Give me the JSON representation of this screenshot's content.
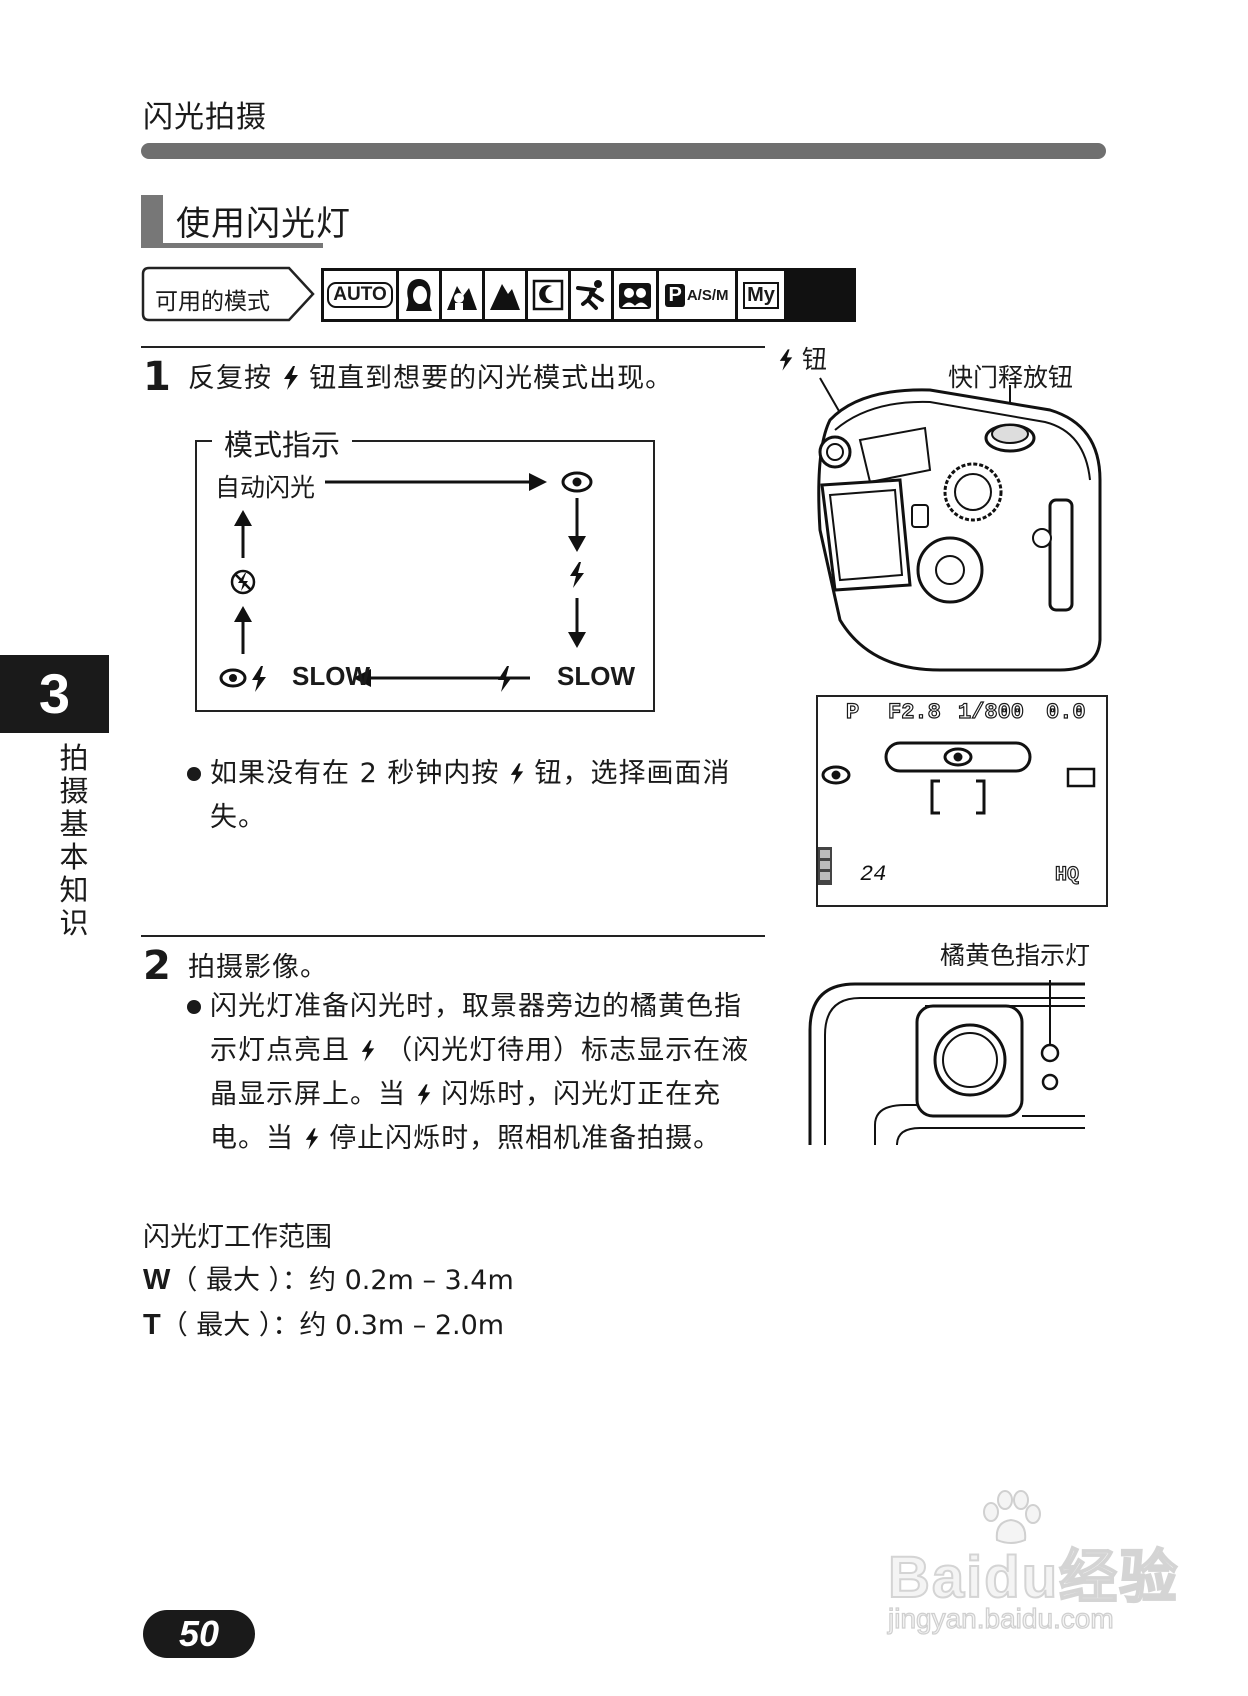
{
  "header": {
    "title": "闪光拍摄"
  },
  "section": {
    "title": "使用闪光灯"
  },
  "modes": {
    "label": "可用的模式",
    "icons": [
      "auto-icon",
      "portrait-icon",
      "landscape-portrait-icon",
      "landscape-icon",
      "night-scene-icon",
      "sport-icon",
      "self-portrait-icon",
      "p-asm-icon",
      "my-mode-icon"
    ],
    "auto_text": "AUTO",
    "pasm_p": "P",
    "pasm_text": "A/S/M",
    "my_text": "My"
  },
  "step1": {
    "number": "1",
    "text_before": "反复按",
    "text_after": "钮直到想要的闪光模式出现。",
    "diagram": {
      "title": "模式指示",
      "auto_label": "自动闪光",
      "slow_left": "SLOW",
      "slow_right": "SLOW"
    },
    "note_line1_a": "如果没有在 2 秒钟内按",
    "note_line1_b": "钮，选择画面消",
    "note_line2": "失。"
  },
  "camera": {
    "flash_button_label": "钮",
    "shutter_label": "快门释放钮"
  },
  "lcd": {
    "mode": "P",
    "aperture": "F2.8",
    "shutter": "1/800",
    "exposure": "0.0",
    "shots": "24",
    "quality": "HQ"
  },
  "step2": {
    "number": "2",
    "text": "拍摄影像。",
    "note_line1": "闪光灯准备闪光时，取景器旁边的橘黄色指",
    "note_line2_a": "示灯点亮且",
    "note_line2_b": "（闪光灯待用）标志显示在液",
    "note_line3_a": "晶显示屏上。当",
    "note_line3_b": "闪烁时，闪光灯正在充",
    "note_line4_a": "电。当",
    "note_line4_b": "停止闪烁时，照相机准备拍摄。"
  },
  "indicator_label": "橘黄色指示灯",
  "flash_range": {
    "title": "闪光灯工作范围",
    "w_key": "W",
    "w_text": "（ 最大 ）：约 0.2m – 3.4m",
    "t_key": "T",
    "t_text": "（ 最大 ）：约 0.3m – 2.0m"
  },
  "chapter": {
    "number": "3",
    "title": [
      "拍",
      "摄",
      "基",
      "本",
      "知",
      "识"
    ]
  },
  "page_number": "50",
  "watermark": {
    "brand_a": "Bai",
    "brand_b": "du",
    "brand_c": "经验",
    "url": "jingyan.baidu.com"
  }
}
